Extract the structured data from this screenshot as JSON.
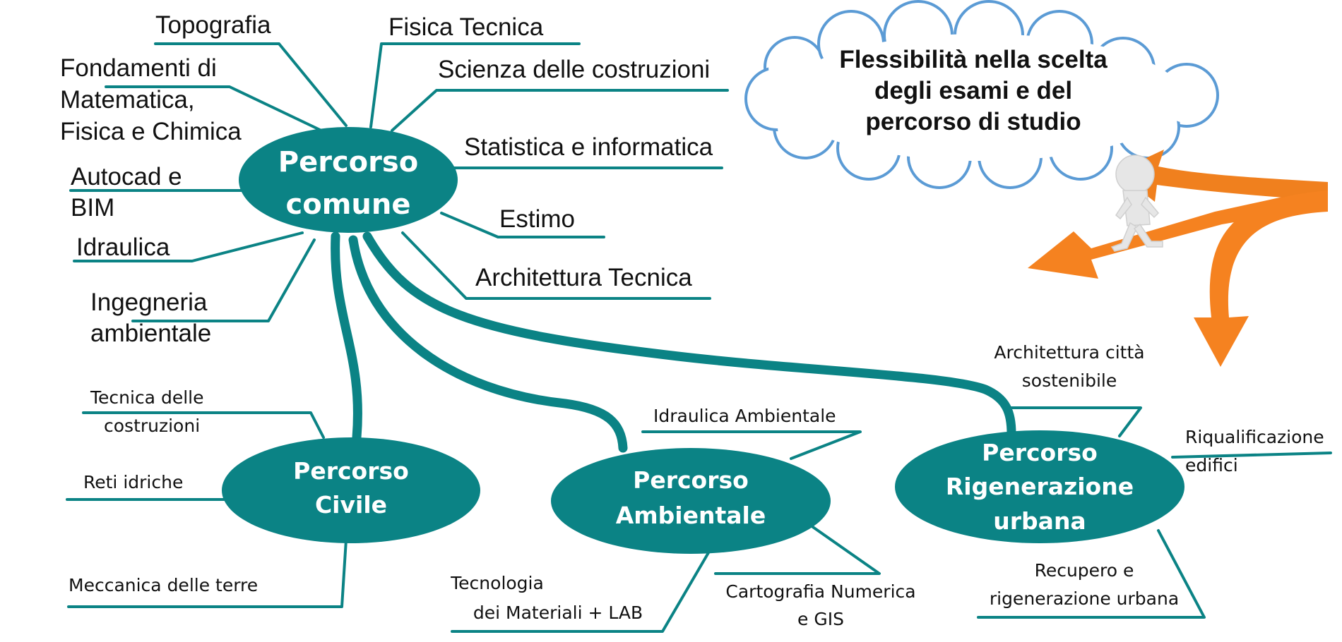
{
  "center": {
    "lines": [
      "Percorso",
      "comune"
    ]
  },
  "cloud": {
    "lines": [
      "Flessibilità nella scelta",
      "degli esami e del",
      "percorso di studio"
    ]
  },
  "common_subjects": [
    {
      "lines": [
        "Topografia"
      ]
    },
    {
      "lines": [
        "Fondamenti di",
        "Matematica,",
        "Fisica e Chimica"
      ]
    },
    {
      "lines": [
        "Autocad e",
        "BIM"
      ]
    },
    {
      "lines": [
        "Idraulica"
      ]
    },
    {
      "lines": [
        "Ingegneria",
        "ambientale"
      ]
    },
    {
      "lines": [
        "Fisica Tecnica"
      ]
    },
    {
      "lines": [
        "Scienza delle costruzioni"
      ]
    },
    {
      "lines": [
        "Statistica e informatica"
      ]
    },
    {
      "lines": [
        "Estimo"
      ]
    },
    {
      "lines": [
        "Architettura Tecnica"
      ]
    }
  ],
  "tracks": [
    {
      "lines": [
        "Percorso",
        "Civile"
      ],
      "subjects": [
        {
          "lines": [
            "Tecnica delle",
            "costruzioni"
          ]
        },
        {
          "lines": [
            "Reti idriche"
          ]
        },
        {
          "lines": [
            "Meccanica delle terre"
          ]
        }
      ]
    },
    {
      "lines": [
        "Percorso",
        "Ambientale"
      ],
      "subjects": [
        {
          "lines": [
            "Idraulica Ambientale"
          ]
        },
        {
          "lines": [
            "Tecnologia",
            "dei Materiali + LAB"
          ]
        },
        {
          "lines": [
            "Cartografia Numerica",
            "e GIS"
          ]
        }
      ]
    },
    {
      "lines": [
        "Percorso",
        "Rigenerazione",
        "urbana"
      ],
      "subjects": [
        {
          "lines": [
            "Architettura città",
            "sostenibile"
          ]
        },
        {
          "lines": [
            "Riqualificazione",
            "edifici"
          ]
        },
        {
          "lines": [
            "Recupero e",
            "rigenerazione urbana"
          ]
        }
      ]
    }
  ],
  "illustration": {
    "icon": "crossroads-arrows-figure-icon",
    "colors": {
      "arrow": "#f58220",
      "figure": "#e8e8e8"
    }
  },
  "colors": {
    "teal": "#0b8385",
    "cloud_stroke": "#5b9bd5"
  }
}
